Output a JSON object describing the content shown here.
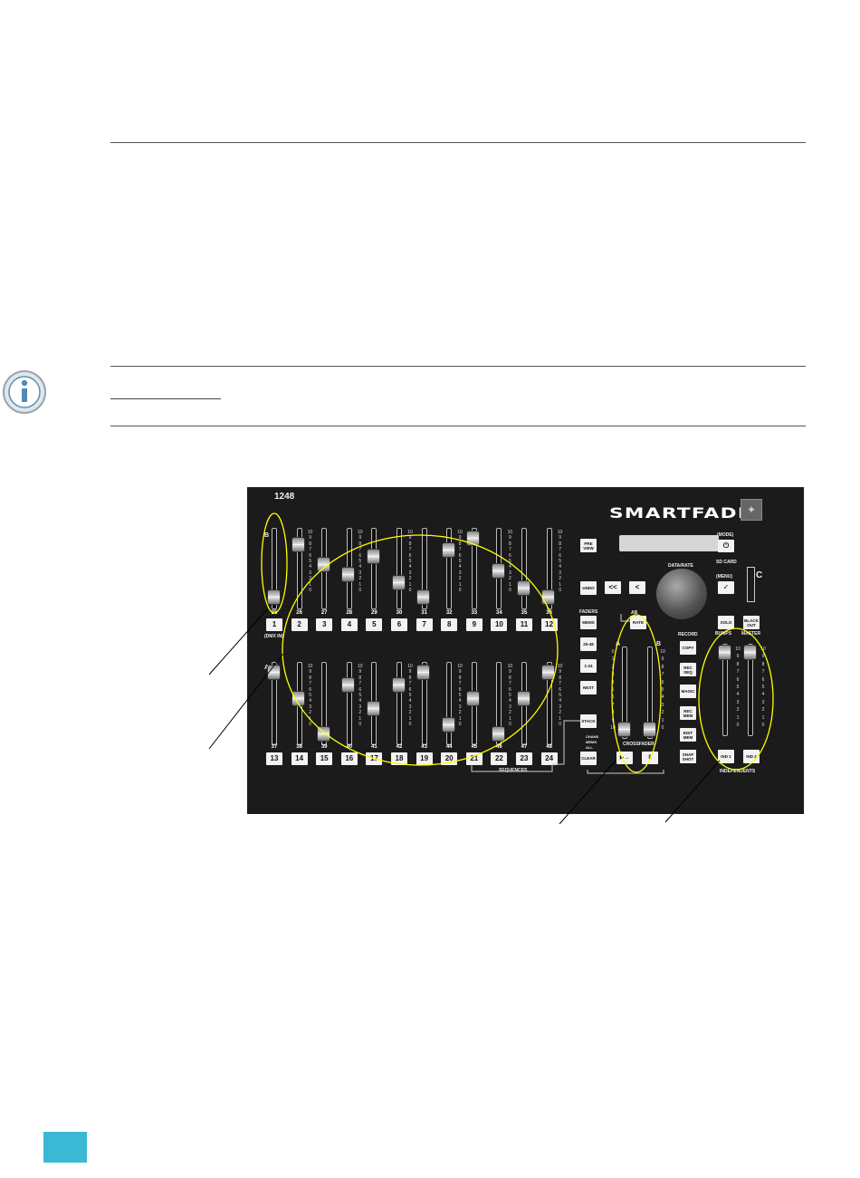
{
  "console": {
    "model": "1248",
    "brand": "SMARTFADE",
    "brand_tm": "™",
    "logo_icon": "etc-logo-icon",
    "faders_b_label": "B",
    "faders_a_label": "A",
    "dmx_in_label": "(DMX IN)",
    "scale_values": [
      "10",
      "9",
      "8",
      "7",
      "6",
      "5",
      "4",
      "3",
      "2",
      "1",
      "0"
    ],
    "top_channel_numbers": [
      "25",
      "26",
      "27",
      "28",
      "29",
      "30",
      "31",
      "32",
      "33",
      "34",
      "35",
      "36"
    ],
    "top_buttons": [
      "1",
      "2",
      "3",
      "4",
      "5",
      "6",
      "7",
      "8",
      "9",
      "10",
      "11",
      "12"
    ],
    "bottom_channel_numbers": [
      "37",
      "38",
      "39",
      "40",
      "41",
      "42",
      "43",
      "44",
      "45",
      "46",
      "47",
      "48"
    ],
    "bottom_buttons": [
      "13",
      "14",
      "15",
      "16",
      "17",
      "18",
      "19",
      "20",
      "21",
      "22",
      "23",
      "24"
    ],
    "top_fader_levels": [
      0.1,
      0.9,
      0.6,
      0.45,
      0.72,
      0.32,
      0.1,
      0.82,
      1.0,
      0.5,
      0.24,
      0.1
    ],
    "bottom_fader_levels": [
      1.0,
      0.6,
      0.05,
      0.8,
      0.45,
      0.8,
      1.0,
      0.2,
      0.6,
      0.05,
      0.6,
      1.0
    ],
    "sequences_label": "SEQUENCES",
    "data_rate_label": "DATA/RATE",
    "mode_label": "(MODE)",
    "menu_label": "(MENU)",
    "sd_card_label": "SD CARD",
    "faders_label": "FADERS",
    "record_label": "RECORD",
    "bumps_label": "BUMPS",
    "master_label": "MASTER",
    "crossfader_label": "CROSSFADER",
    "independents_label": "INDEPENDENTS",
    "stack_legend": [
      "CHANS",
      "MEMS",
      "ALL"
    ],
    "rate_indicator": "AB",
    "buttons": {
      "preview": "PRE VIEW",
      "undo": "UNDO",
      "back2": "<<",
      "back1": "<",
      "check": "✓",
      "mode_power": "⏻",
      "rate": "RATE",
      "mems": "MEMS",
      "range_25_48": "25-48",
      "range_1_24": "1-24",
      "next": "NEXT",
      "stack": "STACK",
      "clear": "CLEAR",
      "go": "▶→",
      "pause": "II",
      "copy": "COPY",
      "rec_seq": "REC SEQ",
      "magic": "MAGIC",
      "rec_mem": "REC MEM",
      "edit_mem": "EDIT MEM",
      "snap_shot": "SNAP SHOT",
      "solo": "SOLO",
      "black_out": "BLACK OUT",
      "ind1": "IND 1",
      "ind2": "IND 2"
    },
    "crossfader_a": "A",
    "crossfader_b": "B",
    "crossfader_levels": [
      0.0,
      0.0
    ],
    "master_levels": [
      1.0,
      1.0
    ]
  },
  "colors": {
    "highlight": "#ffff00",
    "page_tab": "#3ab9d5",
    "console_bg": "#1b1b1b"
  }
}
